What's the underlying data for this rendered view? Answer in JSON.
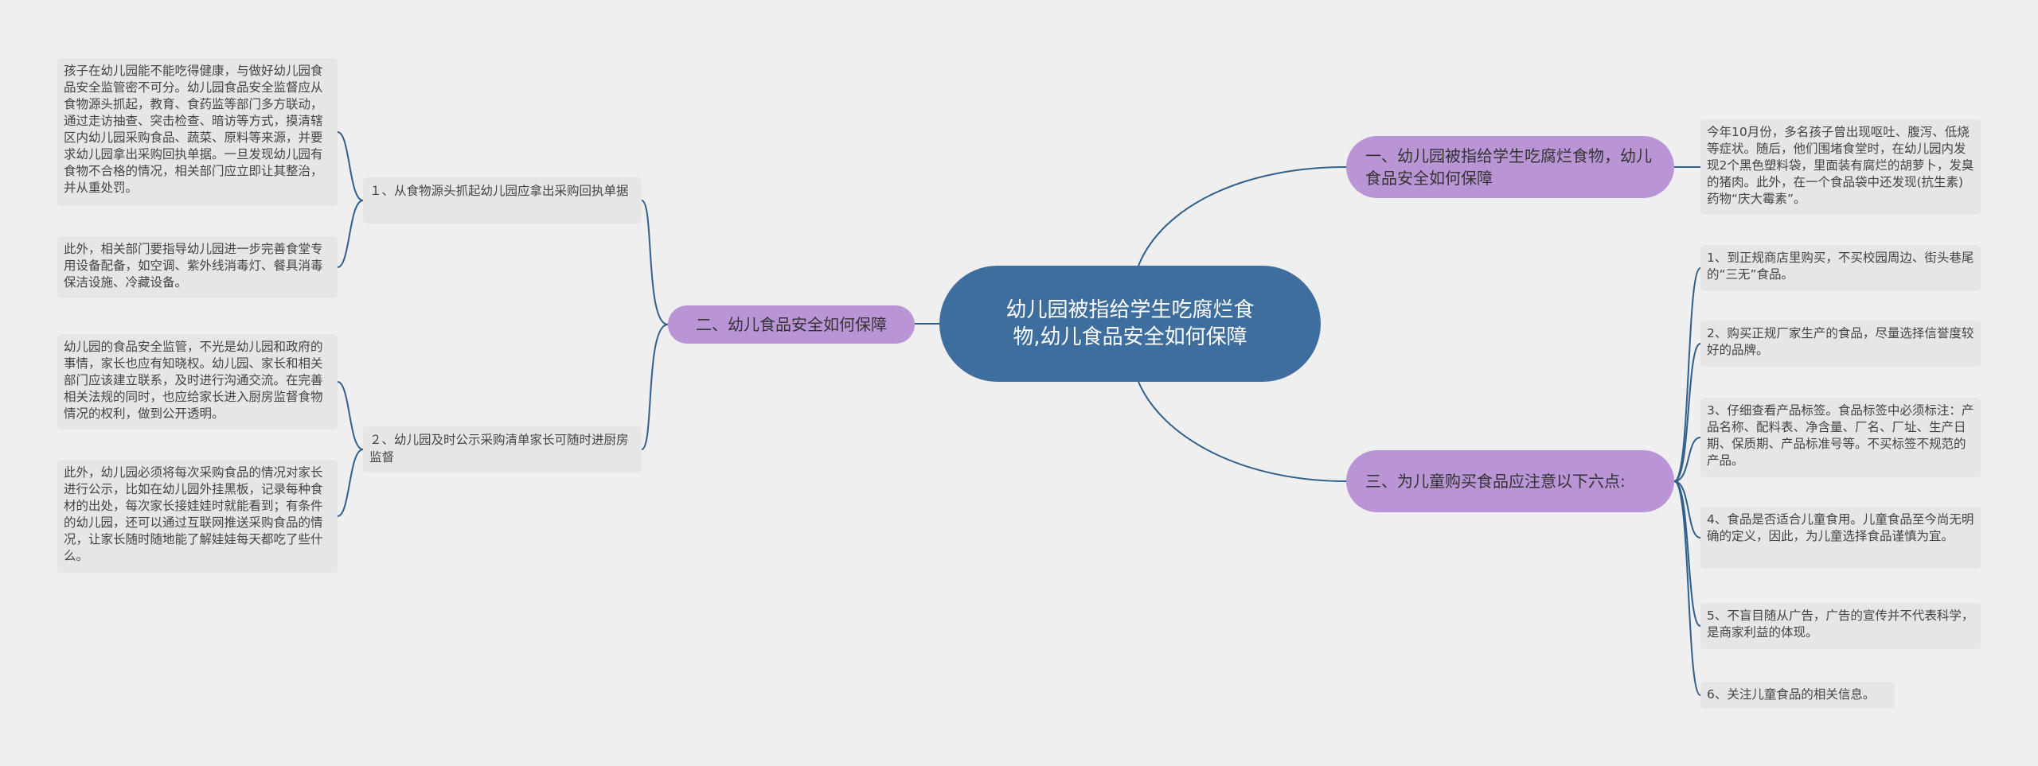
{
  "colors": {
    "background": "#efefef",
    "root_fill": "#3d6e9e",
    "branch_fill": "#b995d6",
    "leaf_fill": "#e6e6e6",
    "connector": "#2f5f8a"
  },
  "root": {
    "title": "幼儿园被指给学生吃腐烂食物,幼儿食品安全如何保障"
  },
  "branch1": {
    "label": "一、幼儿园被指给学生吃腐烂食物，幼儿食品安全如何保障",
    "leaf": "今年10月份，多名孩子曾出现呕吐、腹泻、低烧等症状。随后，他们围堵食堂时，在幼儿园内发现2个黑色塑料袋，里面装有腐烂的胡萝卜，发臭的猪肉。此外，在一个食品袋中还发现(抗生素)药物“庆大霉素”。"
  },
  "branch2": {
    "label": "二、幼儿食品安全如何保障",
    "sub1": {
      "label": "１、从食物源头抓起幼儿园应拿出采购回执单据",
      "leaves": [
        "孩子在幼儿园能不能吃得健康，与做好幼儿园食品安全监管密不可分。幼儿园食品安全监督应从食物源头抓起，教育、食药监等部门多方联动，通过走访抽查、突击检查、暗访等方式，摸清辖区内幼儿园采购食品、蔬菜、原料等来源，并要求幼儿园拿出采购回执单据。一旦发现幼儿园有食物不合格的情况，相关部门应立即让其整治，并从重处罚。",
        "此外，相关部门要指导幼儿园进一步完善食堂专用设备配备，如空调、紫外线消毒灯、餐具消毒保洁设施、冷藏设备。"
      ]
    },
    "sub2": {
      "label": "２、幼儿园及时公示采购清单家长可随时进厨房监督",
      "leaves": [
        "幼儿园的食品安全监管，不光是幼儿园和政府的事情，家长也应有知晓权。幼儿园、家长和相关部门应该建立联系，及时进行沟通交流。在完善相关法规的同时，也应给家长进入厨房监督食物情况的权利，做到公开透明。",
        "此外，幼儿园必须将每次采购食品的情况对家长进行公示，比如在幼儿园外挂黑板，记录每种食材的出处，每次家长接娃娃时就能看到；有条件的幼儿园，还可以通过互联网推送采购食品的情况，让家长随时随地能了解娃娃每天都吃了些什么。"
      ]
    }
  },
  "branch3": {
    "label": "三、为儿童购买食品应注意以下六点:",
    "leaves": [
      "1、到正规商店里购买，不买校园周边、街头巷尾的“三无”食品。",
      "2、购买正规厂家生产的食品，尽量选择信誉度较好的品牌。",
      "3、仔细查看产品标签。食品标签中必须标注：产品名称、配料表、净含量、厂名、厂址、生产日期、保质期、产品标准号等。不买标签不规范的产品。",
      "4、食品是否适合儿童食用。儿童食品至今尚无明确的定义，因此，为儿童选择食品谨慎为宜。",
      "5、不盲目随从广告，广告的宣传并不代表科学，是商家利益的体现。",
      "6、关注儿童食品的相关信息。"
    ]
  }
}
